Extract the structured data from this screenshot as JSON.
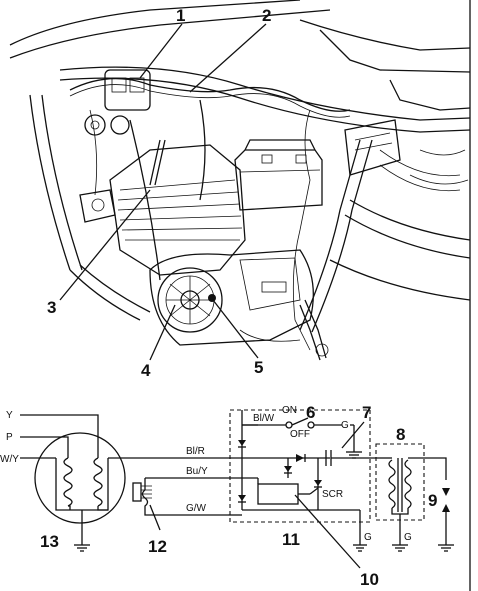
{
  "callouts": {
    "c1": "1",
    "c2": "2",
    "c3": "3",
    "c4": "4",
    "c5": "5",
    "c6": "6",
    "c7": "7",
    "c8": "8",
    "c9": "9",
    "c10": "10",
    "c11": "11",
    "c12": "12",
    "c13": "13"
  },
  "wires": {
    "y": "Y",
    "p": "P",
    "w_y": "W/Y",
    "bl_w": "Bl/W",
    "g_switch": "G",
    "bl_r": "Bl/R",
    "bu_y": "Bu/Y",
    "g_w": "G/W",
    "g_module": "G",
    "g_coil": "G"
  },
  "switch": {
    "on": "ON",
    "off": "OFF"
  },
  "components": {
    "scr": "SCR"
  }
}
